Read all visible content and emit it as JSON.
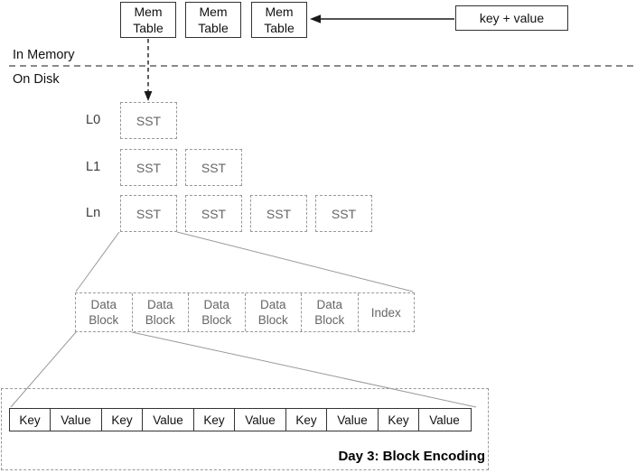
{
  "labels": {
    "in_memory": "In Memory",
    "on_disk": "On Disk",
    "key_value": "key + value",
    "caption": "Day 3: Block Encoding"
  },
  "mem_tables": [
    "Mem Table",
    "Mem Table",
    "Mem Table"
  ],
  "levels": [
    {
      "label": "L0",
      "ssts": [
        "SST"
      ]
    },
    {
      "label": "L1",
      "ssts": [
        "SST",
        "SST"
      ]
    },
    {
      "label": "Ln",
      "ssts": [
        "SST",
        "SST",
        "SST",
        "SST"
      ]
    }
  ],
  "sst_contents": [
    "Data Block",
    "Data Block",
    "Data Block",
    "Data Block",
    "Data Block",
    "Index"
  ],
  "block_contents": [
    "Key",
    "Value",
    "Key",
    "Value",
    "Key",
    "Value",
    "Key",
    "Value",
    "Key",
    "Value"
  ],
  "colors": {
    "solid_border": "#333333",
    "dashed_border": "#999999",
    "muted_text": "#666666",
    "text": "#111111",
    "line": "#999999",
    "separator": "#8a8a8a",
    "arrow": "#1a1a1a",
    "bg": "#ffffff"
  }
}
